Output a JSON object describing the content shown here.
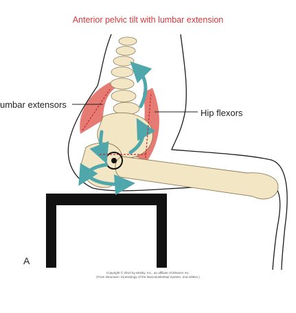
{
  "figure": {
    "title": "Anterior pelvic tilt with lumbar extension",
    "panel_label": "A",
    "labels": {
      "lumbar_extensors": "umbar extensors",
      "hip_flexors": "Hip flexors"
    },
    "copyright_line1": "Copyright © 2010 by Mosby, Inc., an affiliate of Elsevier Inc.",
    "copyright_line2": "(From Neumann: Kinesiology of the Musculoskeletal System, 2nd edition.)"
  },
  "colors": {
    "title": "#d8373a",
    "bone": "#f2e6c4",
    "bone_outline": "#8c7a52",
    "muscle": "#e0645a",
    "arrow": "#4fa7ab",
    "chair": "#111111",
    "outline": "#1a1a1a"
  },
  "icons": [
    "rotation-arrow-icon",
    "hip-joint-axis-icon"
  ]
}
